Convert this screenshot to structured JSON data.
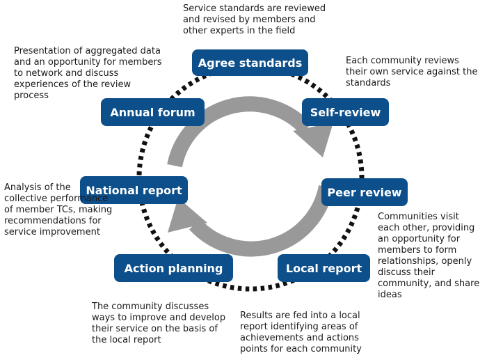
{
  "colors": {
    "stage_fill": "#0d4f8b",
    "stage_text": "#ffffff",
    "arrow": "#999999",
    "ring": "#111111",
    "text": "#1a1a1a"
  },
  "stages": [
    {
      "id": "agree",
      "label": "Agree standards",
      "description": "Service standards are reviewed and revised by members and other experts in the field"
    },
    {
      "id": "self",
      "label": "Self-review",
      "description": "Each community reviews their own service against the standards"
    },
    {
      "id": "peer",
      "label": "Peer review",
      "description": "Communities visit each other, providing an opportunity for members to form relationships, openly discuss their community, and share ideas"
    },
    {
      "id": "local",
      "label": "Local report",
      "description": "Results are fed into a local report identifying areas of achievements and actions points for each community"
    },
    {
      "id": "action",
      "label": "Action planning",
      "description": "The community discusses ways to improve and develop their service on the basis of the local report"
    },
    {
      "id": "national",
      "label": "National report",
      "description": "Analysis of the collective performance of member TCs, making recommendations for service improvement"
    },
    {
      "id": "forum",
      "label": "Annual forum",
      "description": "Presentation of aggregated data and an opportunity for members to network and discuss experiences of the review process"
    }
  ]
}
